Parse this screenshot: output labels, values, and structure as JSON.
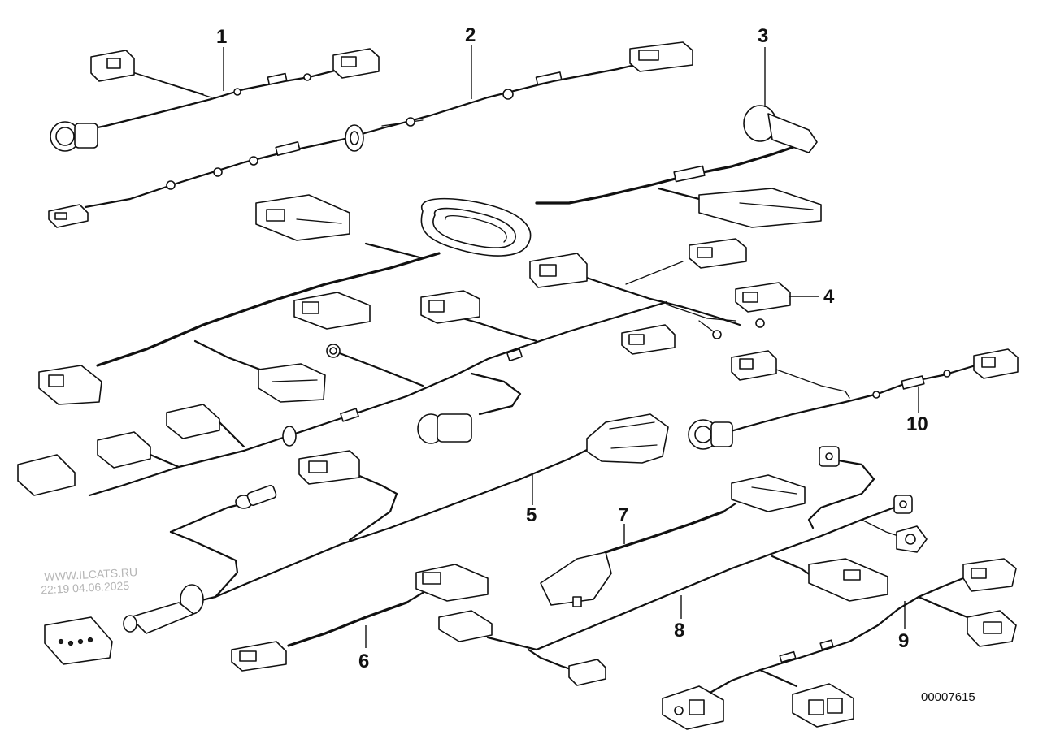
{
  "diagram": {
    "part_numbers": [
      "1",
      "2",
      "3",
      "4",
      "5",
      "6",
      "7",
      "8",
      "9",
      "10"
    ],
    "drawing_id": "00007615",
    "watermark": {
      "line1": "WWW.ILCATS.RU",
      "line2": "22:19 04.06.2025"
    }
  }
}
